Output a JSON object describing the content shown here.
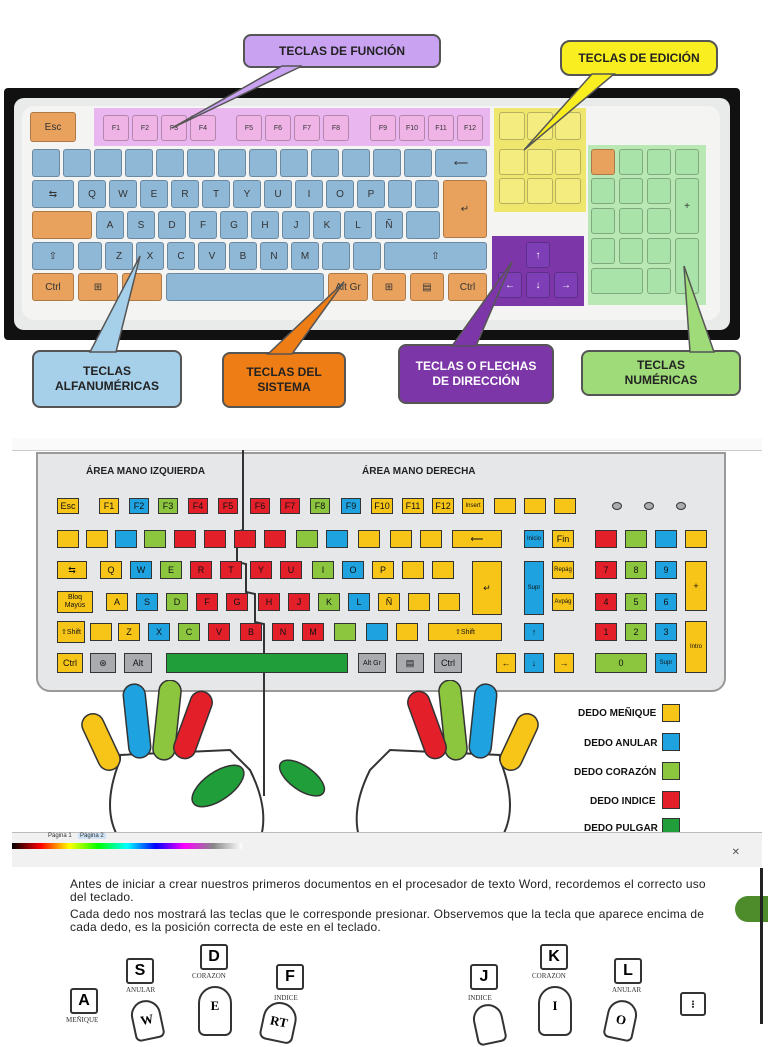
{
  "top": {
    "callouts": {
      "funcion": "TECLAS DE FUNCIÓN",
      "edicion": "TECLAS DE EDICIÓN",
      "alfanumericas": "TECLAS ALFANUMÉRICAS",
      "sistema": "TECLAS DEL SISTEMA",
      "direccion": "TECLAS O FLECHAS DE DIRECCIÓN",
      "numericas": "TECLAS NUMÉRICAS"
    },
    "colors": {
      "funcion": "#c9a2f2",
      "edicion": "#f9ee1f",
      "alfa": "#a6cfe9",
      "sistema": "#ef7d16",
      "direccion": "#7d36a8",
      "numericas": "#9fdc79"
    },
    "keys": {
      "esc": "Esc",
      "f": [
        "F1",
        "F2",
        "F3",
        "F4",
        "F5",
        "F6",
        "F7",
        "F8",
        "F9",
        "F10",
        "F11",
        "F12"
      ],
      "row_q": [
        "Q",
        "W",
        "E",
        "R",
        "T",
        "Y",
        "U",
        "I",
        "O",
        "P"
      ],
      "row_a": [
        "A",
        "S",
        "D",
        "F",
        "G",
        "H",
        "J",
        "K",
        "L",
        "Ñ"
      ],
      "row_z": [
        "Z",
        "X",
        "C",
        "V",
        "B",
        "N",
        "M"
      ],
      "ctrl": "Ctrl",
      "altgr": "Alt Gr"
    }
  },
  "middle": {
    "left_area": "ÁREA MANO IZQUIERDA",
    "right_area": "ÁREA MANO DERECHA",
    "keys": {
      "esc": "Esc",
      "f": [
        "F1",
        "F2",
        "F3",
        "F4",
        "F5",
        "F6",
        "F7",
        "F8",
        "F9",
        "F10",
        "F11",
        "F12"
      ],
      "q": [
        "Q",
        "W",
        "E",
        "R",
        "T",
        "Y",
        "U",
        "I",
        "O",
        "P"
      ],
      "a": [
        "A",
        "S",
        "D",
        "F",
        "G",
        "H",
        "J",
        "K",
        "L",
        "Ñ"
      ],
      "z": [
        "Z",
        "X",
        "C",
        "V",
        "B",
        "N",
        "M"
      ],
      "bloq": "Bloq Mayús",
      "shift": "Shift",
      "ctrl": "Ctrl",
      "alt": "Alt",
      "altgr": "Alt Gr",
      "intro": "Intro",
      "fin": "Fin",
      "inicio": "Inicio",
      "supr": "Supr",
      "repag": "Repág",
      "avpag": "Avpág",
      "insert": "Insert",
      "num": [
        "7",
        "8",
        "9",
        "4",
        "5",
        "6",
        "1",
        "2",
        "3",
        "0"
      ]
    },
    "legend": [
      {
        "label": "DEDO MEÑIQUE",
        "color": "#f7c418"
      },
      {
        "label": "DEDO ANULAR",
        "color": "#1fa3e0"
      },
      {
        "label": "DEDO CORAZÓN",
        "color": "#8cc63f"
      },
      {
        "label": "DEDO INDICE",
        "color": "#e3202a"
      },
      {
        "label": "DEDO PULGAR",
        "color": "#1f9e3a"
      }
    ],
    "tabs": [
      "Página 1",
      "Página 2"
    ]
  },
  "bottom": {
    "para1": "Antes de iniciar a crear nuestros primeros documentos en el procesador de texto Word, recordemos el correcto uso del teclado.",
    "para2": "Cada dedo nos mostrará las teclas que le corresponde presionar. Observemos que la tecla que aparece encima de cada dedo, es la posición correcta de este en el teclado.",
    "left_keys": [
      "A",
      "S",
      "D",
      "F"
    ],
    "right_keys": [
      "J",
      "K",
      "L"
    ],
    "labels": {
      "corazon": "CORAZON",
      "anular": "ANULAR",
      "indice": "INDICE",
      "menique": "MEÑIQUE"
    },
    "finger_letters": [
      "W",
      "E",
      "RT",
      "I",
      "O"
    ]
  }
}
